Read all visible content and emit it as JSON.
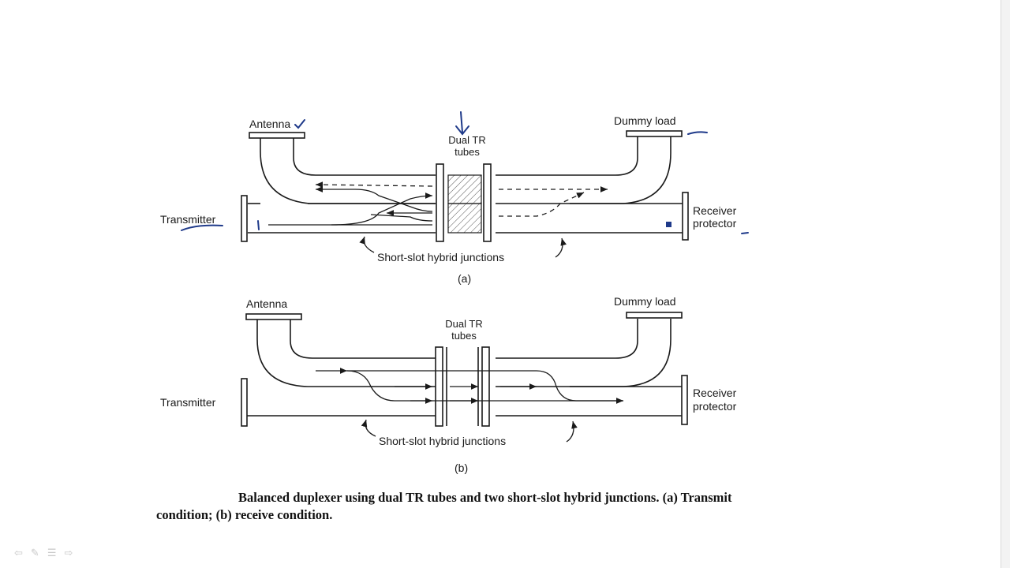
{
  "diagram_a": {
    "antenna": "Antenna",
    "dummy_load": "Dummy load",
    "tubes_line1": "Dual TR",
    "tubes_line2": "tubes",
    "transmitter": "Transmitter",
    "receiver_line1": "Receiver",
    "receiver_line2": "protector",
    "junctions": "Short-slot hybrid junctions",
    "sublabel": "(a)"
  },
  "diagram_b": {
    "antenna": "Antenna",
    "dummy_load": "Dummy load",
    "tubes_line1": "Dual TR",
    "tubes_line2": "tubes",
    "transmitter": "Transmitter",
    "receiver_line1": "Receiver",
    "receiver_line2": "protector",
    "junctions": "Short-slot hybrid junctions",
    "sublabel": "(b)"
  },
  "caption": {
    "line1": "Balanced duplexer using dual TR tubes and two short-slot hybrid junctions. (a) Transmit",
    "line2": "condition; (b) receive condition."
  },
  "colors": {
    "ink": "#1f3a8a",
    "line": "#1a1a1a"
  },
  "nav_icons": [
    "back-arrow-icon",
    "pen-icon",
    "menu-icon",
    "forward-arrow-icon"
  ]
}
